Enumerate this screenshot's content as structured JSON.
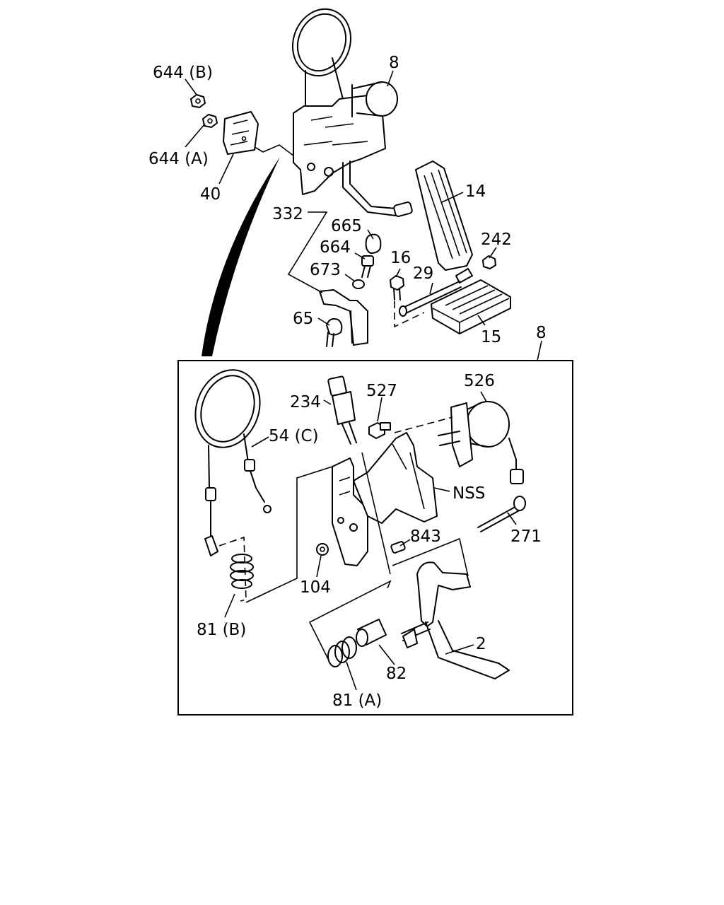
{
  "diagram": {
    "labels": {
      "l644b": "644 (B)",
      "l644a": "644 (A)",
      "l40": "40",
      "l8_top": "8",
      "l14": "14",
      "l242": "242",
      "l332": "332",
      "l665": "665",
      "l664": "664",
      "l673": "673",
      "l65": "65",
      "l16": "16",
      "l29": "29",
      "l15": "15",
      "l8_box": "8",
      "l234": "234",
      "l527": "527",
      "l526": "526",
      "l54c": "54 (C)",
      "lnss": "NSS",
      "l271": "271",
      "l843": "843",
      "l104": "104",
      "l81b": "81 (B)",
      "l2": "2",
      "l82": "82",
      "l81a": "81 (A)"
    }
  }
}
